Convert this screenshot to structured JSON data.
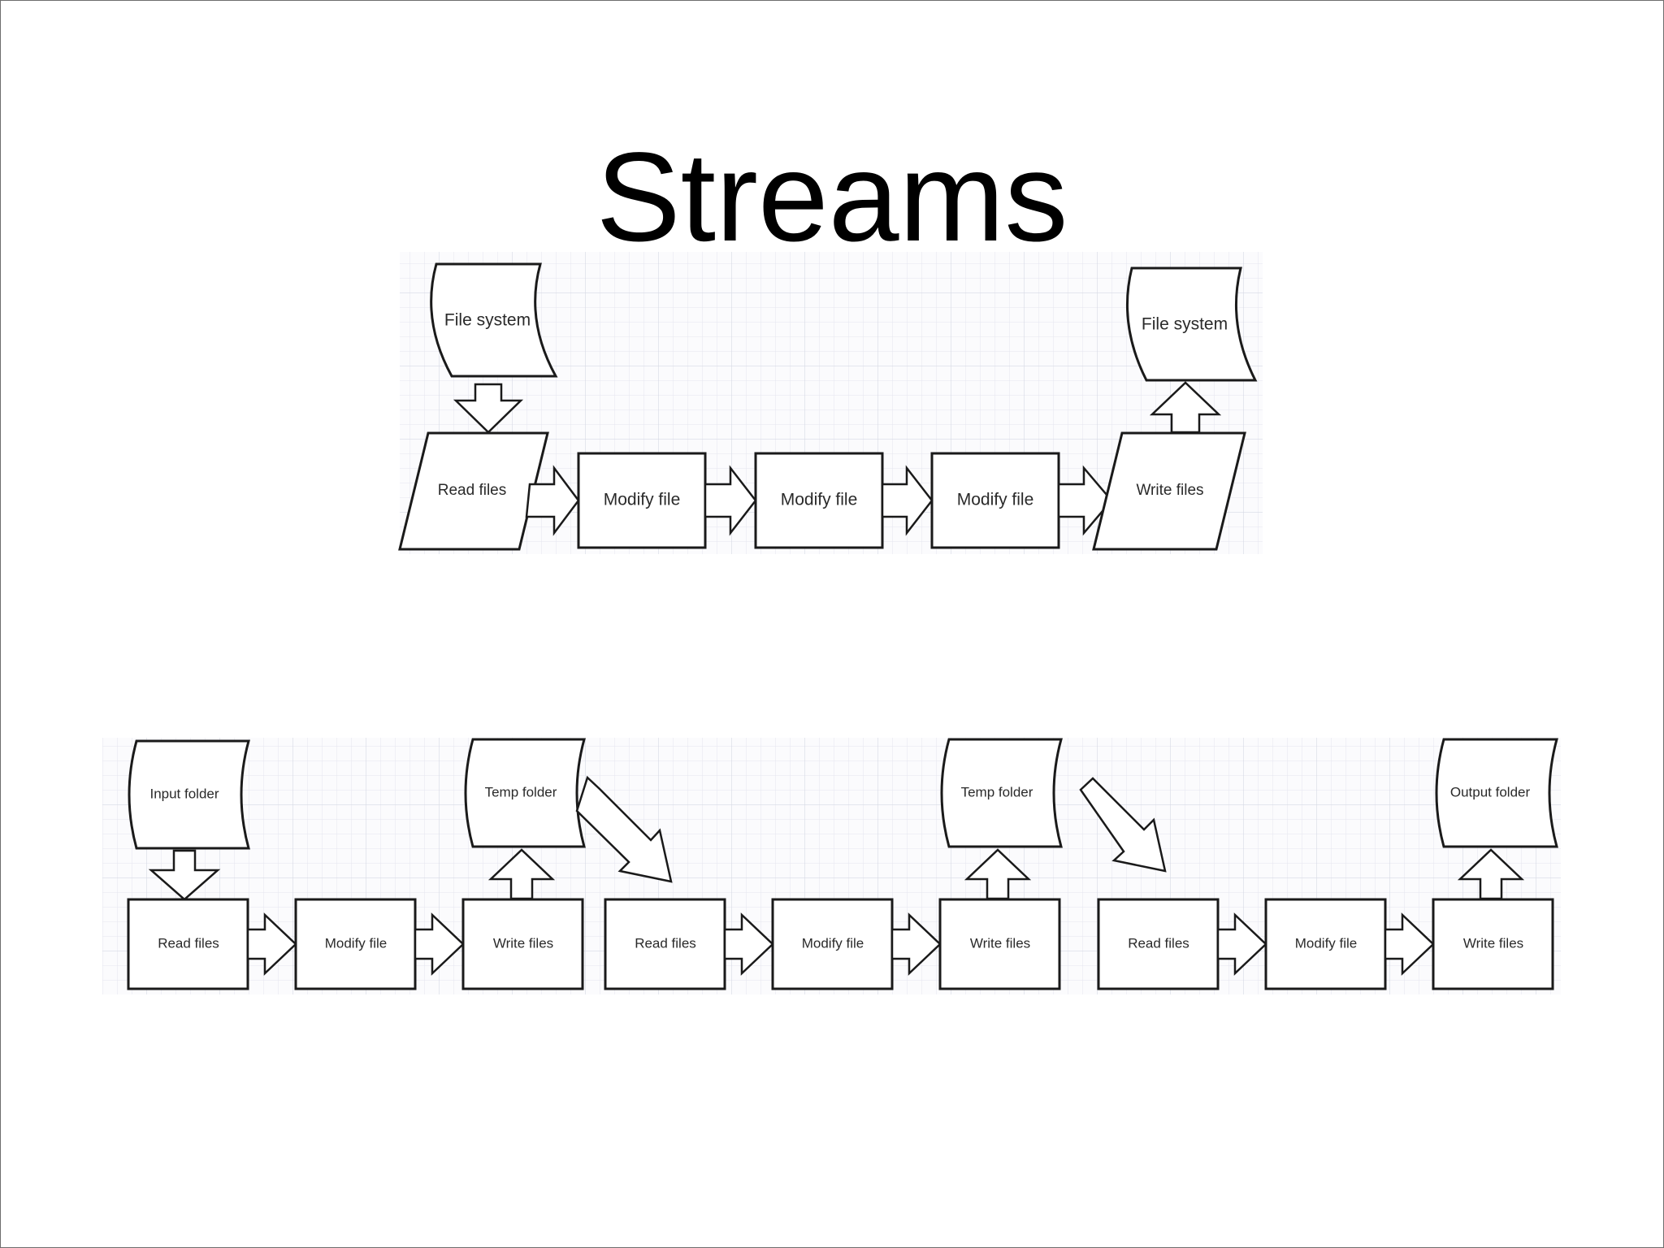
{
  "title": "Streams",
  "diagram_top": {
    "source": "File system",
    "read": "Read files",
    "modify": [
      "Modify file",
      "Modify file",
      "Modify file"
    ],
    "write": "Write files",
    "sink": "File system"
  },
  "diagram_bottom": {
    "input_folder": "Input folder",
    "temp_folder_1": "Temp folder",
    "temp_folder_2": "Temp folder",
    "output_folder": "Output folder",
    "stages": [
      {
        "read": "Read files",
        "modify": "Modify file",
        "write": "Write files"
      },
      {
        "read": "Read files",
        "modify": "Modify file",
        "write": "Write files"
      },
      {
        "read": "Read files",
        "modify": "Modify file",
        "write": "Write files"
      }
    ]
  },
  "colors": {
    "stroke": "#1a1a1a",
    "grid": "#dfe1ea",
    "grid_bg": "#fbfbfd"
  }
}
